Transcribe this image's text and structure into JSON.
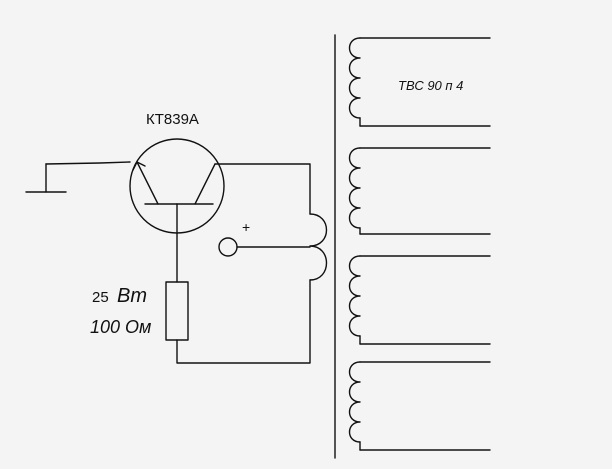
{
  "diagram": {
    "transistor_label": "КТ839А",
    "resistor_power": "25",
    "resistor_power_unit": "Вт",
    "resistor_value": "100 Ом",
    "polarity_mark": "+",
    "transformer_label": "ТВС 90 п 4",
    "colors": {
      "background": "#f4f4f4",
      "ink": "#111111"
    }
  }
}
